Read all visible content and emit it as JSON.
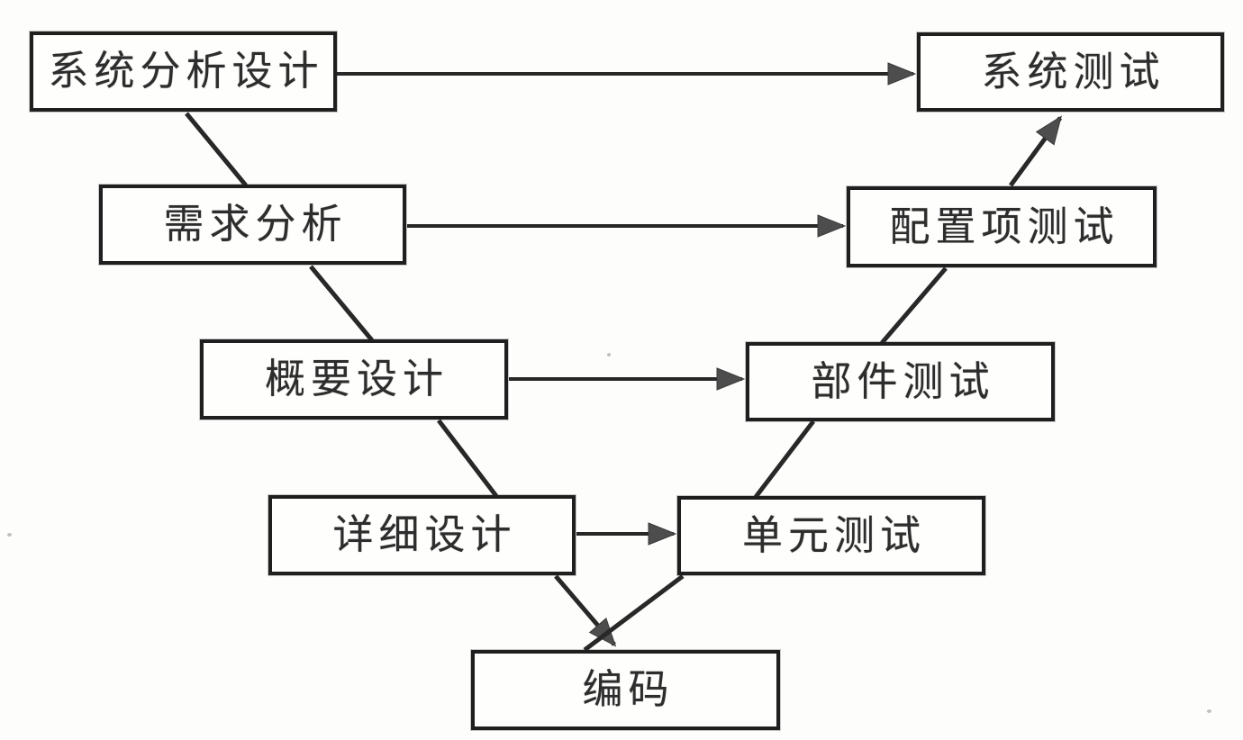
{
  "diagram": {
    "type": "v-model-flowchart",
    "background_note": "scanned monochrome diagram of software V-model",
    "nodes": [
      {
        "id": "system-analysis-design",
        "label": "系统分析设计"
      },
      {
        "id": "system-test",
        "label": "系统测试"
      },
      {
        "id": "requirements-analysis",
        "label": "需求分析"
      },
      {
        "id": "configuration-item-test",
        "label": "配置项测试"
      },
      {
        "id": "preliminary-design",
        "label": "概要设计"
      },
      {
        "id": "component-test",
        "label": "部件测试"
      },
      {
        "id": "detailed-design",
        "label": "详细设计"
      },
      {
        "id": "unit-test",
        "label": "单元测试"
      },
      {
        "id": "coding",
        "label": "编码"
      }
    ],
    "edges": [
      {
        "from": "system-analysis-design",
        "to": "system-test",
        "style": "horizontal-arrow",
        "arrowhead": true
      },
      {
        "from": "requirements-analysis",
        "to": "configuration-item-test",
        "style": "horizontal-arrow",
        "arrowhead": true
      },
      {
        "from": "preliminary-design",
        "to": "component-test",
        "style": "horizontal-arrow",
        "arrowhead": true
      },
      {
        "from": "detailed-design",
        "to": "unit-test",
        "style": "horizontal-arrow",
        "arrowhead": true
      },
      {
        "from": "system-analysis-design",
        "to": "requirements-analysis",
        "style": "diagonal-line",
        "arrowhead": false
      },
      {
        "from": "requirements-analysis",
        "to": "preliminary-design",
        "style": "diagonal-line",
        "arrowhead": false
      },
      {
        "from": "preliminary-design",
        "to": "detailed-design",
        "style": "diagonal-line",
        "arrowhead": false
      },
      {
        "from": "detailed-design",
        "to": "coding",
        "style": "diagonal-arrow",
        "arrowhead": true
      },
      {
        "from": "coding",
        "to": "unit-test",
        "style": "diagonal-line",
        "arrowhead": false
      },
      {
        "from": "unit-test",
        "to": "component-test",
        "style": "diagonal-line",
        "arrowhead": false
      },
      {
        "from": "component-test",
        "to": "configuration-item-test",
        "style": "diagonal-line",
        "arrowhead": false
      },
      {
        "from": "configuration-item-test",
        "to": "system-test",
        "style": "diagonal-arrow",
        "arrowhead": true
      }
    ],
    "colors": {
      "line": "#282828",
      "arrowhead": "#4d4d4d",
      "box_border": "#1f1f1f",
      "text": "#2d2d2d",
      "background": "#fdfdfc"
    }
  }
}
